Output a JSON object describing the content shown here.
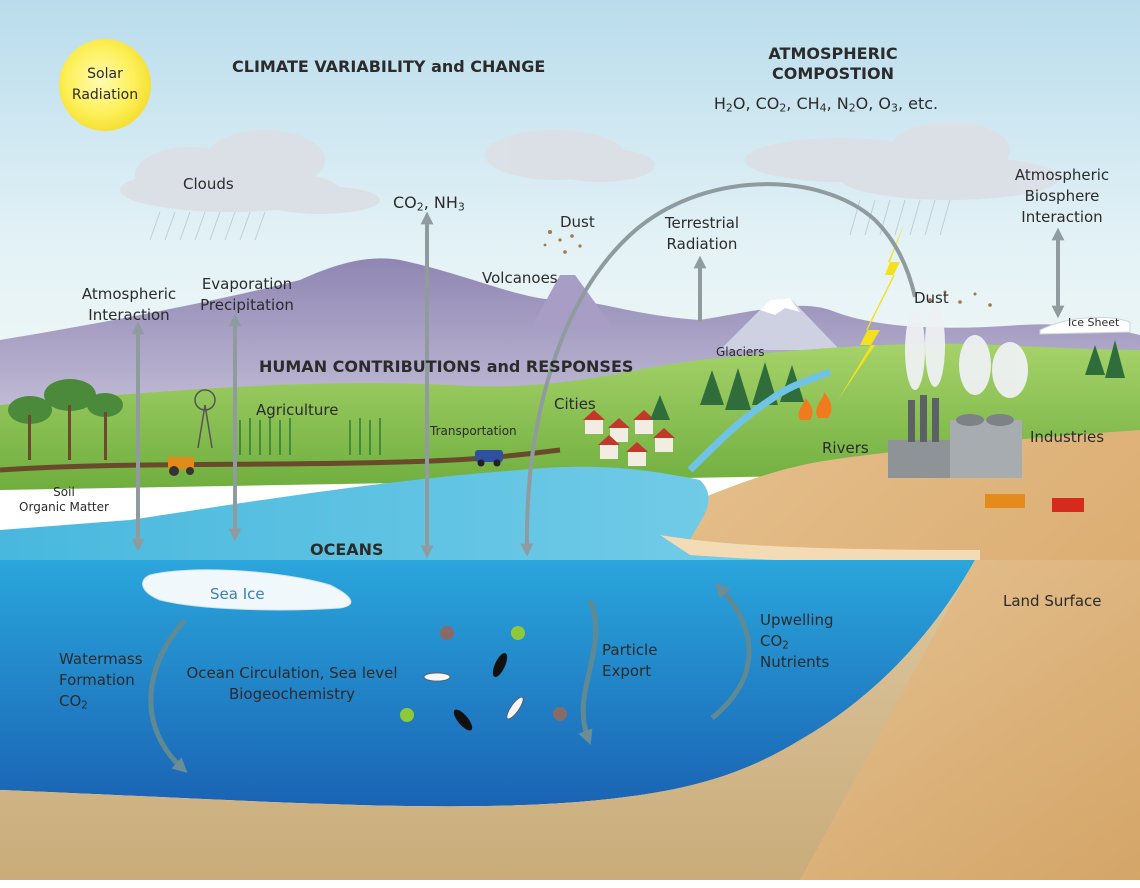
{
  "title": "CLIMATE VARIABILITY and CHANGE",
  "solar": {
    "line1": "Solar",
    "line2": "Radiation"
  },
  "atmos_comp": {
    "line1": "ATMOSPHERIC",
    "line2": "COMPOSTION",
    "formula": [
      {
        "t": "H"
      },
      {
        "s": "2"
      },
      {
        "t": "O, CO"
      },
      {
        "s": "2"
      },
      {
        "t": ", CH"
      },
      {
        "s": "4"
      },
      {
        "t": ", N"
      },
      {
        "s": "2"
      },
      {
        "t": "O, O"
      },
      {
        "s": "3"
      },
      {
        "t": ", etc."
      }
    ]
  },
  "labels": {
    "clouds": "Clouds",
    "co2_nh3": [
      {
        "t": "CO"
      },
      {
        "s": "2"
      },
      {
        "t": ", NH"
      },
      {
        "s": "3"
      }
    ],
    "dust_volcano": "Dust",
    "terrestrial_1": "Terrestrial",
    "terrestrial_2": "Radiation",
    "atmos_bio_1": "Atmospheric",
    "atmos_bio_2": "Biosphere",
    "atmos_bio_3": "Interaction",
    "atmos_int_1": "Atmospheric",
    "atmos_int_2": "Interaction",
    "evap_1": "Evaporation",
    "evap_2": "Precipitation",
    "volcanoes": "Volcanoes",
    "dust_industry": "Dust",
    "ice_sheet": "Ice Sheet",
    "human": "HUMAN CONTRIBUTIONS and RESPONSES",
    "glaciers": "Glaciers",
    "agriculture": "Agriculture",
    "cities": "Cities",
    "transportation": "Transportation",
    "rivers": "Rivers",
    "industries": "Industries",
    "soil_1": "Soil",
    "soil_2": "Organic Matter",
    "oceans": "OCEANS",
    "sea_ice": "Sea Ice",
    "land_surface": "Land Surface",
    "upwelling": [
      {
        "t": "Upwelling"
      },
      {
        "br": true
      },
      {
        "t": "CO"
      },
      {
        "s": "2"
      },
      {
        "br": true
      },
      {
        "t": "Nutrients"
      }
    ],
    "particle_1": "Particle",
    "particle_2": "Export",
    "watermass": [
      {
        "t": "Watermass"
      },
      {
        "br": true
      },
      {
        "t": "Formation"
      },
      {
        "br": true
      },
      {
        "t": "CO"
      },
      {
        "s": "2"
      }
    ],
    "ocean_circ_1": "Ocean Circulation, Sea level",
    "ocean_circ_2": "Biogeochemistry"
  }
}
